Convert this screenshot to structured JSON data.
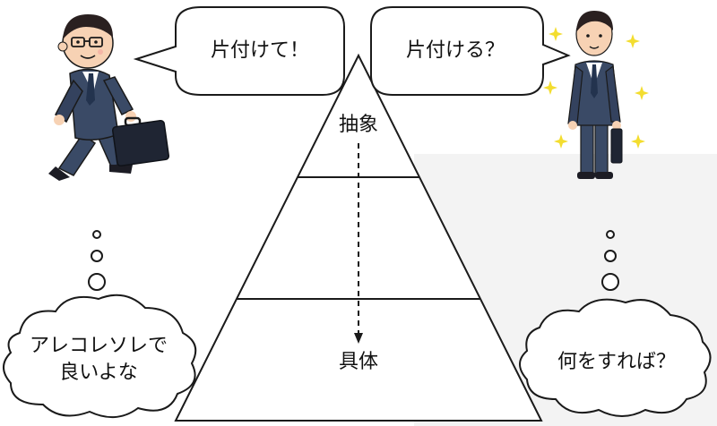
{
  "speech": {
    "left": "片付けて！",
    "right": "片付ける？"
  },
  "pyramid": {
    "top_label": "抽象",
    "bottom_label": "具体"
  },
  "thoughts": {
    "left_line1": "アレコレソレで",
    "left_line2": "良いよな",
    "right": "何をすれば？"
  },
  "icons": {
    "boss": "walking-businessman-icon",
    "subordinate": "standing-businessman-icon",
    "briefcase": "briefcase-icon",
    "sparkle": "sparkle-icon"
  },
  "colors": {
    "suit": "#3a4a66",
    "skin": "#f7d2b4",
    "hair": "#2a2020",
    "sparkle": "#f3dd2f",
    "line": "#1a1a1a"
  }
}
